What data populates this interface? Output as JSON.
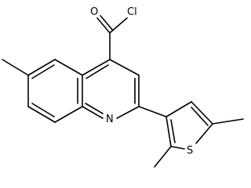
{
  "molecule": {
    "atom_labels": {
      "oxygen": "O",
      "chlorine": "Cl",
      "nitrogen": "N",
      "sulfur": "S"
    },
    "colors": {
      "bond": "#000000",
      "background": "#ffffff"
    }
  }
}
